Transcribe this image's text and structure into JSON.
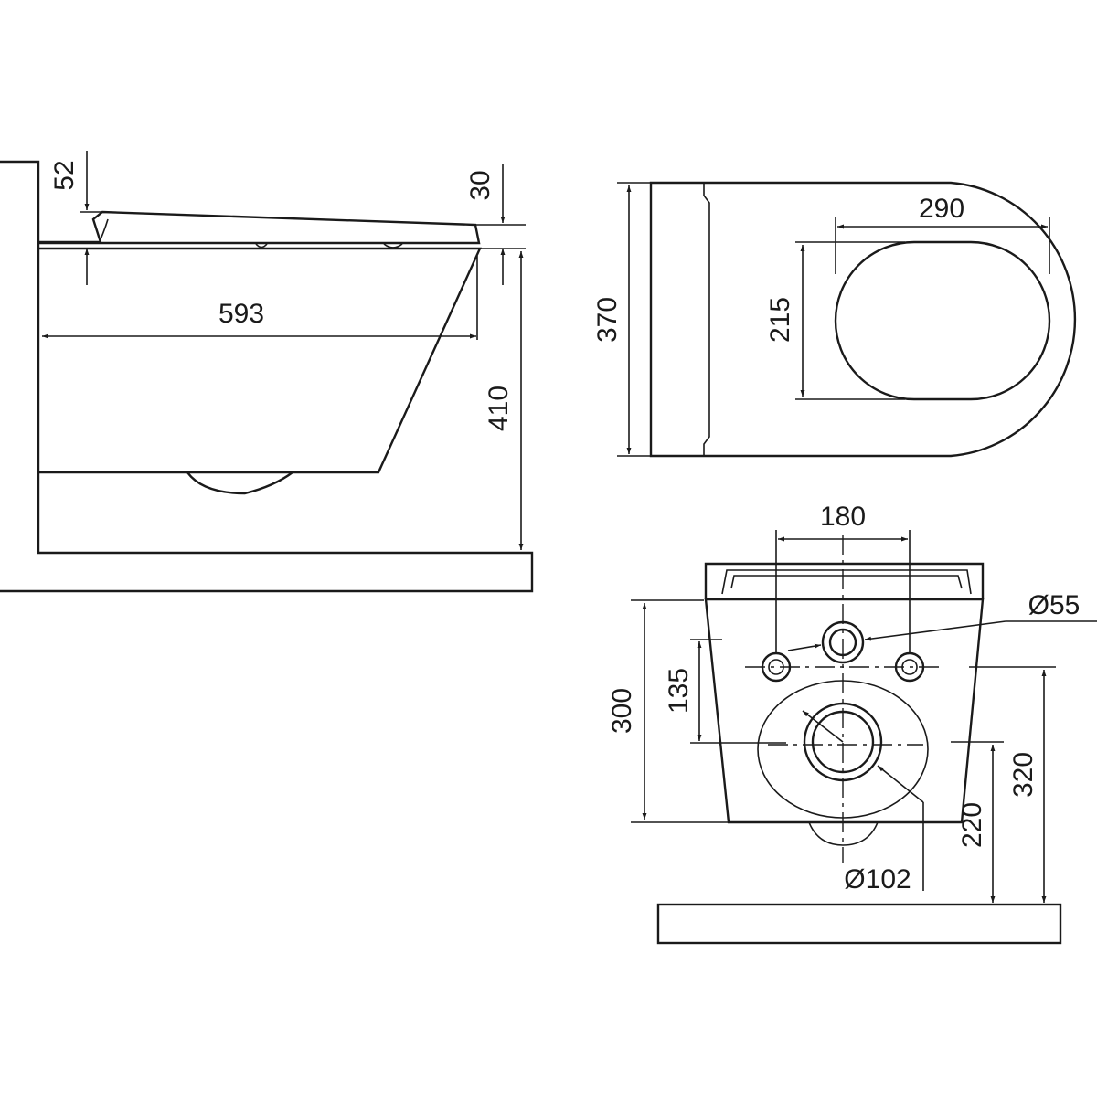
{
  "dimensions": {
    "side_seat_thickness": "52",
    "side_top_offset": "30",
    "side_length": "593",
    "side_height": "410",
    "top_depth": "370",
    "top_opening_length": "290",
    "top_opening_width": "215",
    "front_bolt_spacing": "180",
    "front_inlet_diameter": "Ø55",
    "front_bolt_vertical_offset": "135",
    "front_total_height": "300",
    "front_outlet_diameter": "Ø102",
    "front_outlet_height": "220",
    "front_inlet_height": "320"
  }
}
